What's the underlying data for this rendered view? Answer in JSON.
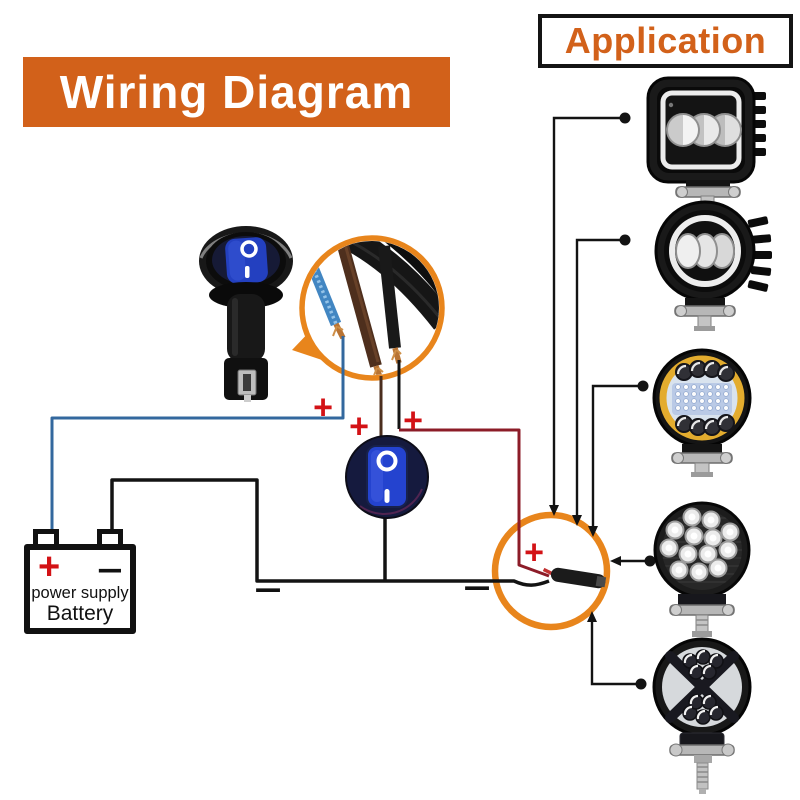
{
  "header": {
    "wiring_title": "Wiring Diagram",
    "application_title": "Application"
  },
  "battery": {
    "plus_symbol": "+",
    "minus_symbol": "−",
    "label_line1": "power supply",
    "label_line2": "Battery"
  },
  "rocker_switch": {
    "off_symbol": "O",
    "on_symbol": "I"
  },
  "wire_markers": {
    "plus_symbol": "+",
    "minus_symbol": "−"
  },
  "colors": {
    "banner_orange": "#d2611a",
    "highlight_orange": "#e8851c",
    "marker_red": "#d31216",
    "wire_blue": "#33689e",
    "wire_brown": "#4b2e1e",
    "wire_dark_red": "#8c1c28",
    "wire_black": "#131313",
    "switch_blue": "#2443cf"
  },
  "application_items": [
    {
      "id": "square-3led-halo-worklight",
      "shape": "square",
      "leds": 3
    },
    {
      "id": "round-halo-3led-worklight",
      "shape": "round",
      "leds": 3
    },
    {
      "id": "round-amber-angel-eye-worklight",
      "shape": "round",
      "leds": "grid"
    },
    {
      "id": "round-spot-13led-worklight",
      "shape": "round",
      "leds": 13
    },
    {
      "id": "round-cross-pattern-worklight",
      "shape": "round",
      "leds": 10
    }
  ]
}
